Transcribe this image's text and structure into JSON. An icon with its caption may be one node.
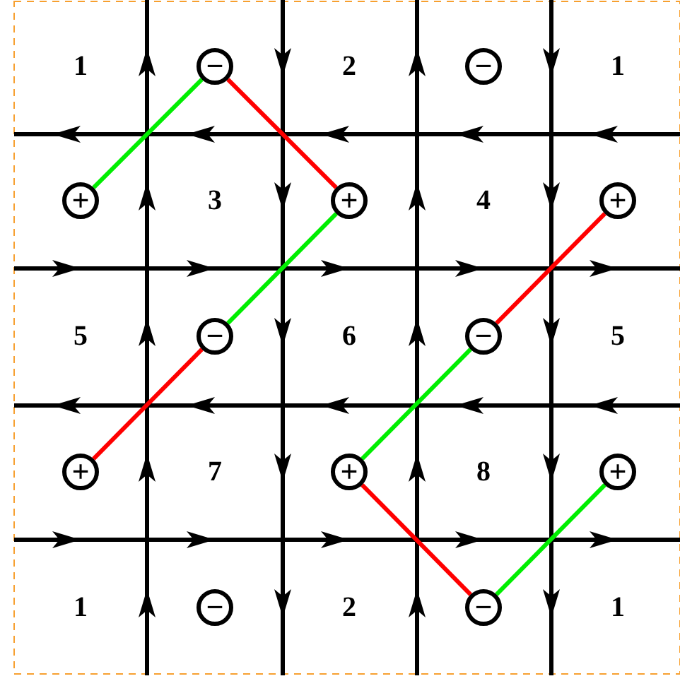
{
  "diagram": {
    "nodes": [
      {
        "text": [
          "−"
        ]
      },
      {
        "text": [
          "−"
        ]
      },
      {
        "text": [
          "+"
        ]
      },
      {
        "text": [
          "+"
        ]
      },
      {
        "text": [
          "+"
        ]
      },
      {
        "text": [
          "−"
        ]
      },
      {
        "text": [
          "−"
        ]
      },
      {
        "text": [
          "+"
        ]
      },
      {
        "text": [
          "+"
        ]
      },
      {
        "text": [
          "+"
        ]
      },
      {
        "text": [
          "−"
        ]
      },
      {
        "text": [
          "−"
        ]
      }
    ],
    "edges": [
      {
        "from": 2,
        "to": 0,
        "arrow": "none",
        "color": "#00ee00"
      },
      {
        "from": 0,
        "to": 3,
        "arrow": "none",
        "color": "#ff0000"
      },
      {
        "from": 3,
        "to": 5,
        "arrow": "none",
        "color": "#00ee00"
      },
      {
        "from": 5,
        "to": 7,
        "arrow": "none",
        "color": "#ff0000"
      },
      {
        "from": 4,
        "to": 6,
        "arrow": "none",
        "color": "#ff0000"
      },
      {
        "from": 6,
        "to": 8,
        "arrow": "none",
        "color": "#00ee00"
      },
      {
        "from": 8,
        "to": 11,
        "arrow": "none",
        "color": "#ff0000"
      },
      {
        "from": 11,
        "to": 9,
        "arrow": "none",
        "color": "#00ee00"
      }
    ],
    "labels": [
      "1",
      "2",
      "1",
      "3",
      "4",
      "5",
      "6",
      "5",
      "7",
      "8",
      "1",
      "2",
      "1"
    ]
  }
}
